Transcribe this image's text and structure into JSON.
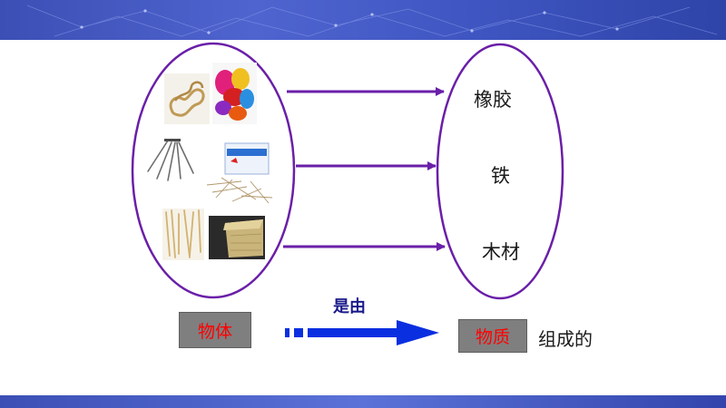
{
  "materials": {
    "rubber": "橡胶",
    "iron": "铁",
    "wood": "木材"
  },
  "bottom": {
    "object_label": "物体",
    "connector_text": "是由",
    "substance_label": "物质",
    "suffix_text": "组成的"
  },
  "colors": {
    "ellipse_stroke": "#6a1fa8",
    "arrow_purple": "#6a1fa8",
    "arrow_blue": "#0a2fe0",
    "label_text": "#ff0000",
    "label_bg": "#7f7f7f",
    "band": "#3f56c2"
  },
  "icons": {
    "photo_1": "rubber-band-photo",
    "photo_2": "balloons-photo",
    "photo_3": "iron-nails-photo",
    "photo_4": "pin-box-photo",
    "photo_5": "toothpicks-photo",
    "photo_6": "wood-block-photo"
  }
}
